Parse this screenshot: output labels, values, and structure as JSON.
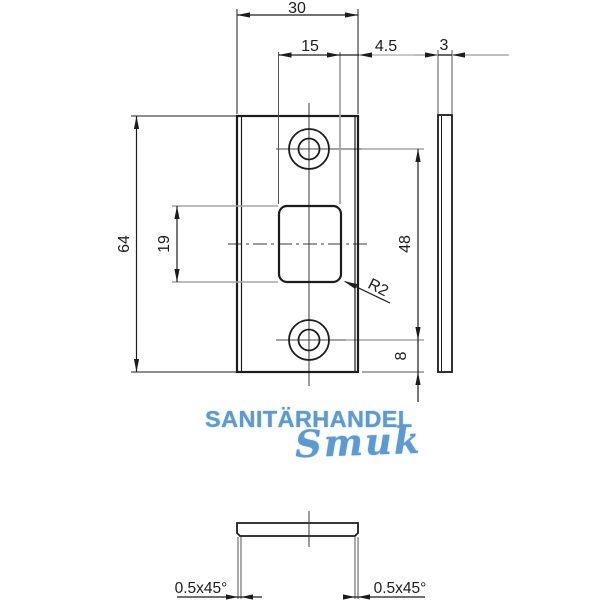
{
  "labels": {
    "width": "30",
    "slot_width": "15",
    "edge_offset": "4.5",
    "thickness": "3",
    "height": "64",
    "slot_height": "19",
    "hole_spacing": "48",
    "hole_edge_offset": "8",
    "corner_radius": "R2",
    "chamfer_left": "0.5x45°",
    "chamfer_right": "0.5x45°"
  },
  "watermark": {
    "brand": "SANITÄRHANDEL",
    "script": "Smuk"
  },
  "colors": {
    "line": "#1c1c1c",
    "extension_gray": "#a6a6a6",
    "watermark_blue": "#5b9bd5"
  }
}
